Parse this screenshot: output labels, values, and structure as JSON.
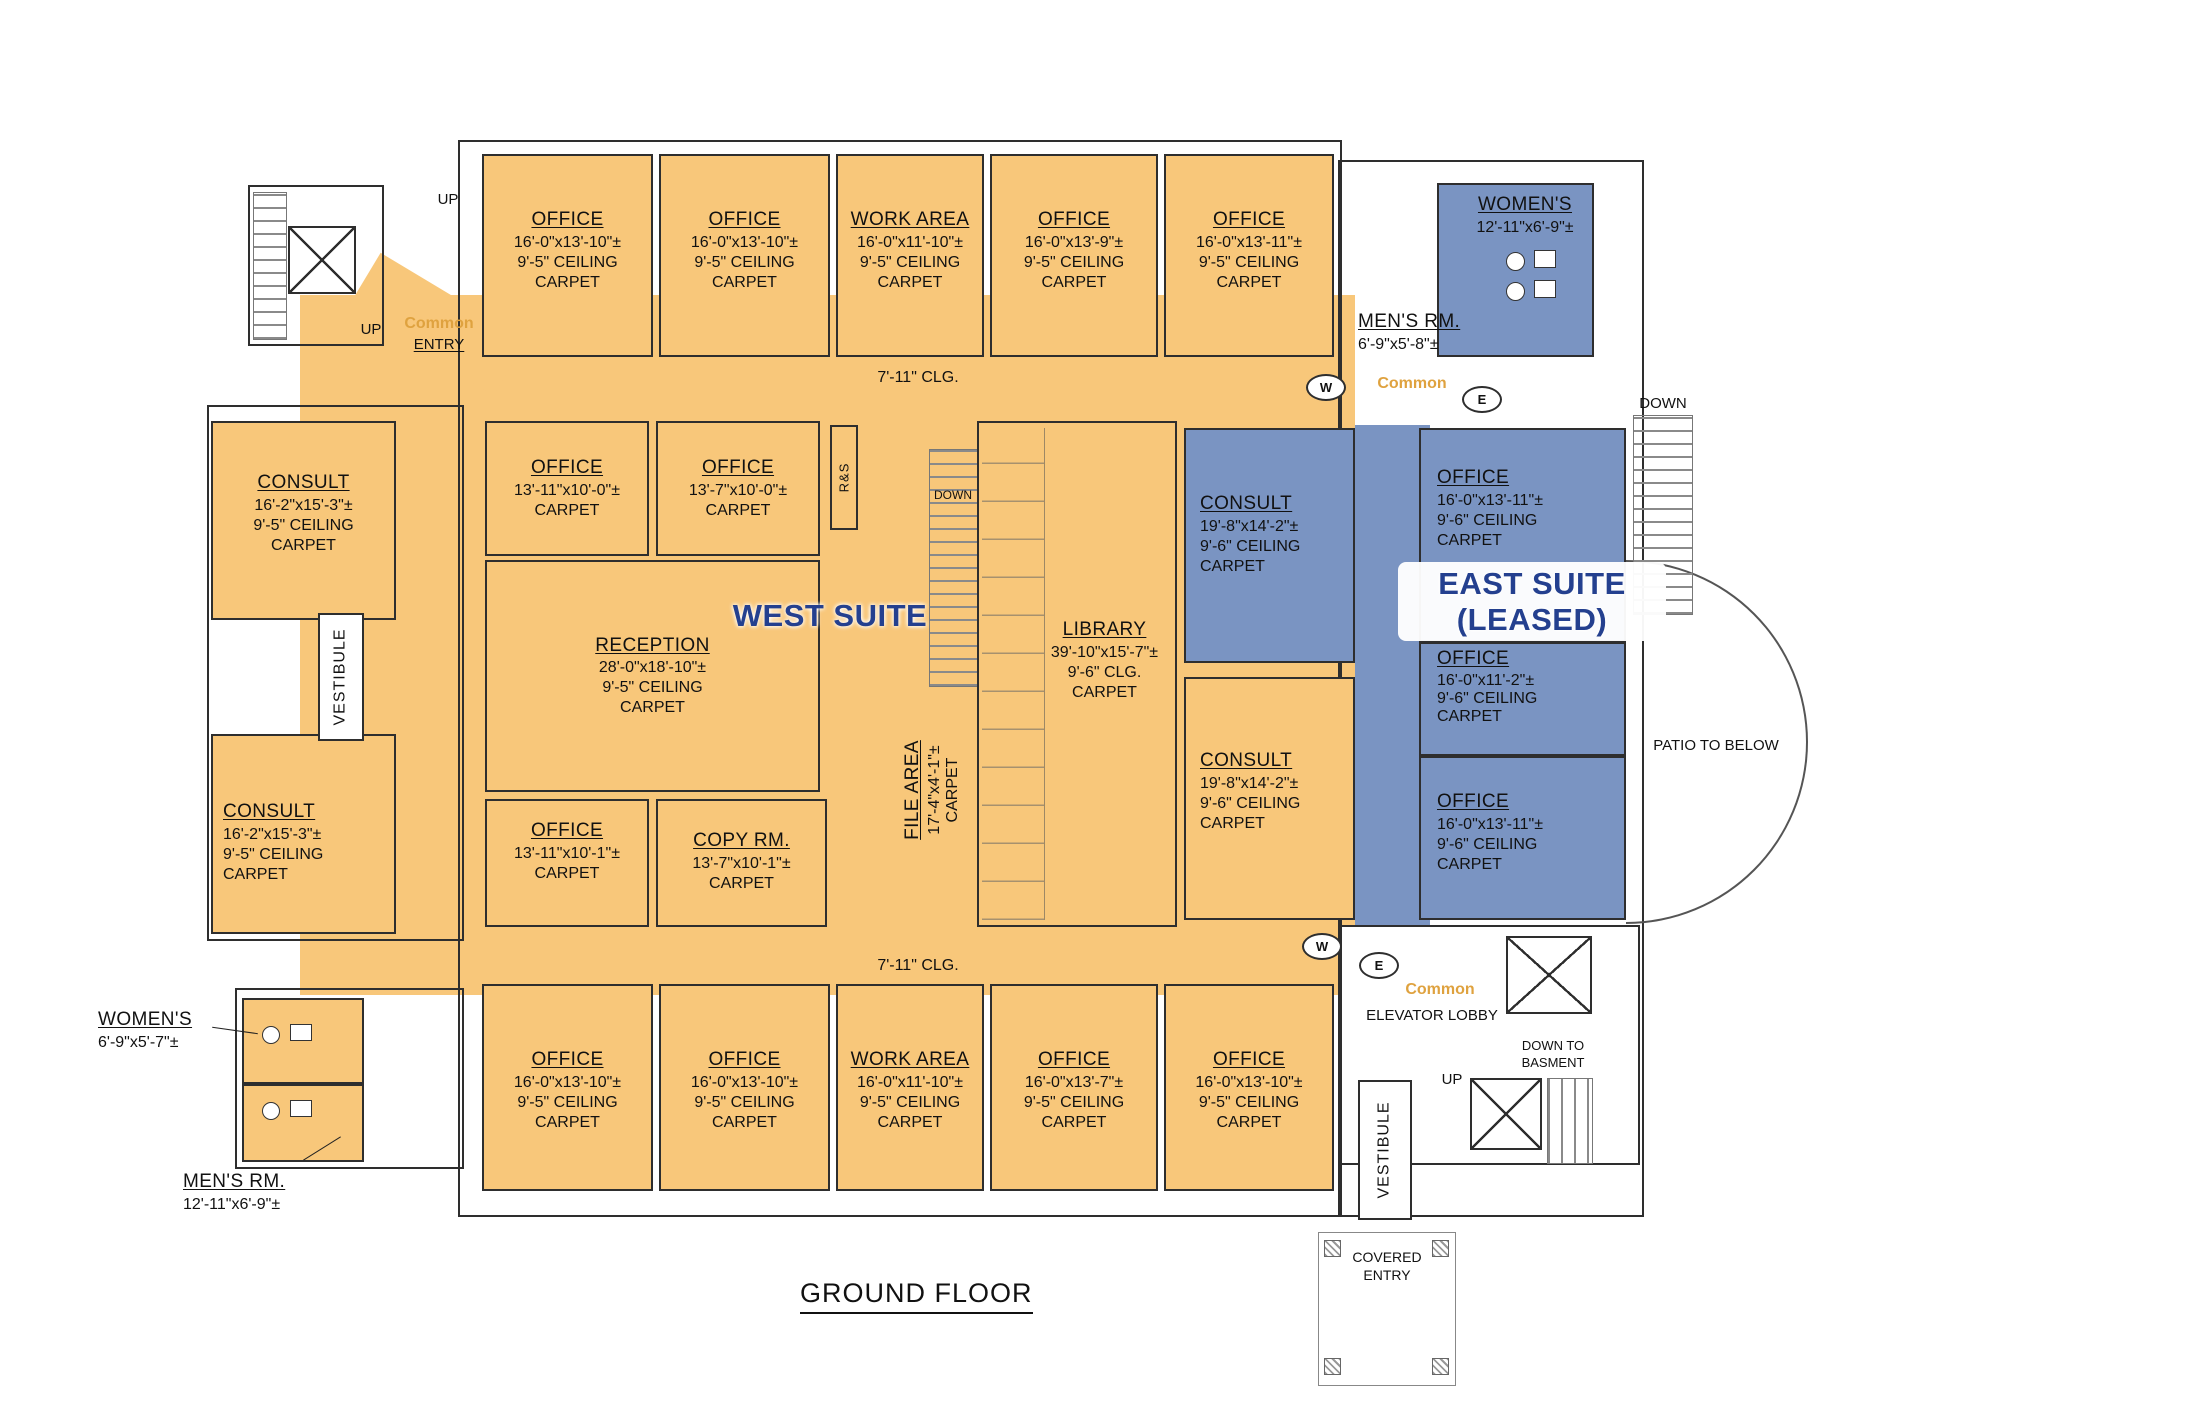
{
  "title": "GROUND FLOOR",
  "suites": {
    "west": "WEST SUITE",
    "east_line1": "EAST SUITE",
    "east_line2": "(LEASED)"
  },
  "colors": {
    "west_fill": "#F8C77A",
    "east_fill": "#7A94C2",
    "suite_text": "#24408F",
    "common_text": "#DFA23F"
  },
  "corridor": {
    "top": "7'-11\" CLG.",
    "bottom": "7'-11\" CLG."
  },
  "markers": {
    "w": "W",
    "e": "E",
    "up": "UP",
    "down": "DOWN",
    "down_to_line1": "DOWN TO",
    "down_to_line2": "BASMENT"
  },
  "labels": {
    "common": "Common",
    "entry": "ENTRY",
    "elevator_lobby": "ELEVATOR LOBBY",
    "patio": "PATIO TO BELOW",
    "covered_line1": "COVERED",
    "covered_line2": "ENTRY",
    "vestibule": "VESTIBULE",
    "rs": "R&S"
  },
  "rooms": {
    "top_row": [
      {
        "name": "OFFICE",
        "dims": "16'-0\"x13'-10\"±",
        "ceiling": "9'-5\" CEILING",
        "finish": "CARPET"
      },
      {
        "name": "OFFICE",
        "dims": "16'-0\"x13'-10\"±",
        "ceiling": "9'-5\" CEILING",
        "finish": "CARPET"
      },
      {
        "name": "WORK AREA",
        "dims": "16'-0\"x11'-10\"±",
        "ceiling": "9'-5\" CEILING",
        "finish": "CARPET"
      },
      {
        "name": "OFFICE",
        "dims": "16'-0\"x13'-9\"±",
        "ceiling": "9'-5\" CEILING",
        "finish": "CARPET"
      },
      {
        "name": "OFFICE",
        "dims": "16'-0\"x13'-11\"±",
        "ceiling": "9'-5\" CEILING",
        "finish": "CARPET"
      }
    ],
    "bottom_row": [
      {
        "name": "OFFICE",
        "dims": "16'-0\"x13'-10\"±",
        "ceiling": "9'-5\" CEILING",
        "finish": "CARPET"
      },
      {
        "name": "OFFICE",
        "dims": "16'-0\"x13'-10\"±",
        "ceiling": "9'-5\" CEILING",
        "finish": "CARPET"
      },
      {
        "name": "WORK AREA",
        "dims": "16'-0\"x11'-10\"±",
        "ceiling": "9'-5\" CEILING",
        "finish": "CARPET"
      },
      {
        "name": "OFFICE",
        "dims": "16'-0\"x13'-7\"±",
        "ceiling": "9'-5\" CEILING",
        "finish": "CARPET"
      },
      {
        "name": "OFFICE",
        "dims": "16'-0\"x13'-10\"±",
        "ceiling": "9'-5\" CEILING",
        "finish": "CARPET"
      }
    ],
    "consult_nw": {
      "name": "CONSULT",
      "dims": "16'-2\"x15'-3\"±",
      "ceiling": "9'-5\" CEILING",
      "finish": "CARPET"
    },
    "consult_sw": {
      "name": "CONSULT",
      "dims": "16'-2\"x15'-3\"±",
      "ceiling": "9'-5\" CEILING",
      "finish": "CARPET"
    },
    "office_nw": {
      "name": "OFFICE",
      "dims": "13'-11\"x10'-0\"±",
      "finish": "CARPET"
    },
    "office_ne": {
      "name": "OFFICE",
      "dims": "13'-7\"x10'-0\"±",
      "finish": "CARPET"
    },
    "reception": {
      "name": "RECEPTION",
      "dims": "28'-0\"x18'-10\"±",
      "ceiling": "9'-5\" CEILING",
      "finish": "CARPET"
    },
    "office_sw": {
      "name": "OFFICE",
      "dims": "13'-11\"x10'-1\"±",
      "finish": "CARPET"
    },
    "copy": {
      "name": "COPY RM.",
      "dims": "13'-7\"x10'-1\"±",
      "finish": "CARPET"
    },
    "library": {
      "name": "LIBRARY",
      "dims": "39'-10\"x15'-7\"±",
      "ceiling": "9'-6\" CLG.",
      "finish": "CARPET"
    },
    "file_area": {
      "name": "FILE AREA",
      "dims": "17'-4\"x4'-1\"±",
      "finish": "CARPET"
    },
    "consult_mid_n": {
      "name": "CONSULT",
      "dims": "19'-8\"x14'-2\"±",
      "ceiling": "9'-6\" CEILING",
      "finish": "CARPET"
    },
    "consult_mid_s": {
      "name": "CONSULT",
      "dims": "19'-8\"x14'-2\"±",
      "ceiling": "9'-6\" CEILING",
      "finish": "CARPET"
    },
    "east_row": [
      {
        "name": "OFFICE",
        "dims": "16'-0\"x13'-11\"±",
        "ceiling": "9'-6\" CEILING",
        "finish": "CARPET"
      },
      {
        "name": "OFFICE",
        "dims": "16'-0\"x11'-2\"±",
        "ceiling": "9'-6\" CEILING",
        "finish": "CARPET"
      },
      {
        "name": "OFFICE",
        "dims": "16'-0\"x13'-11\"±",
        "ceiling": "9'-6\" CEILING",
        "finish": "CARPET"
      }
    ],
    "restrooms": {
      "ne_womens": {
        "name": "WOMEN'S",
        "dims": "12'-11\"x6'-9\"±"
      },
      "ne_mens": {
        "name": "MEN'S RM.",
        "dims": "6'-9\"x5'-8\"±"
      },
      "sw_womens": {
        "name": "WOMEN'S",
        "dims": "6'-9\"x5'-7\"±"
      },
      "sw_mens": {
        "name": "MEN'S RM.",
        "dims": "12'-11\"x6'-9\"±"
      }
    }
  }
}
